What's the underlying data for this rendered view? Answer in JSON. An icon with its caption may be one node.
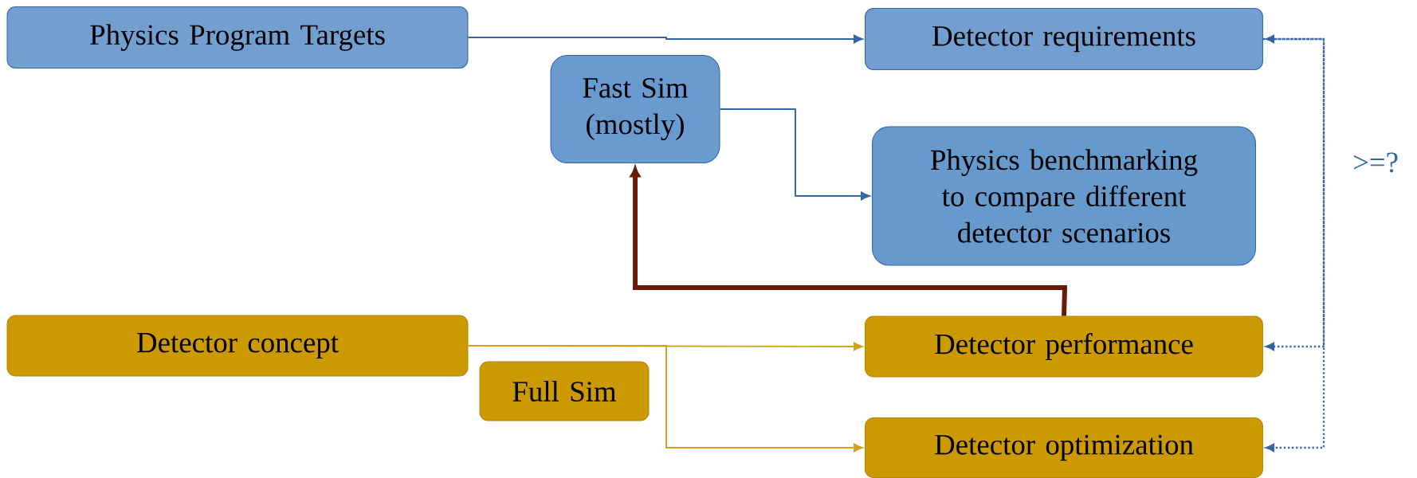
{
  "diagram": {
    "nodes": [
      {
        "text": [
          "Physics Program Targets"
        ]
      },
      {
        "text": [
          "Detector requirements"
        ]
      },
      {
        "text": [
          "Fast Sim (mostly)"
        ]
      },
      {
        "text": [
          "Physics benchmarking to compare different detector scenarios"
        ]
      },
      {
        "text": [
          "Detector concept"
        ]
      },
      {
        "text": [
          "Detector performance"
        ]
      },
      {
        "text": [
          "Full Sim"
        ]
      },
      {
        "text": [
          "Detector optimization"
        ]
      }
    ],
    "edges": [
      {
        "from": 0,
        "to": 1,
        "arrow": "to",
        "color": "#3465a4"
      },
      {
        "from": 2,
        "to": 3,
        "arrow": "to",
        "color": "#3465a4"
      },
      {
        "from": 5,
        "to": 2,
        "arrow": "to",
        "style": "thick",
        "color": "#6b1a06"
      },
      {
        "from": 4,
        "to": 5,
        "arrow": "to",
        "color": "#d4a017"
      },
      {
        "from": 4,
        "to": 7,
        "arrow": "to",
        "color": "#d4a017"
      },
      {
        "from": 5,
        "to": 1,
        "arrow": "both",
        "style": "dashed",
        "color": "#3465a4"
      },
      {
        "from": 1,
        "to": 7,
        "arrow": "to",
        "style": "dashed",
        "color": "#3465a4"
      }
    ],
    "labels": [
      ">=?"
    ]
  }
}
